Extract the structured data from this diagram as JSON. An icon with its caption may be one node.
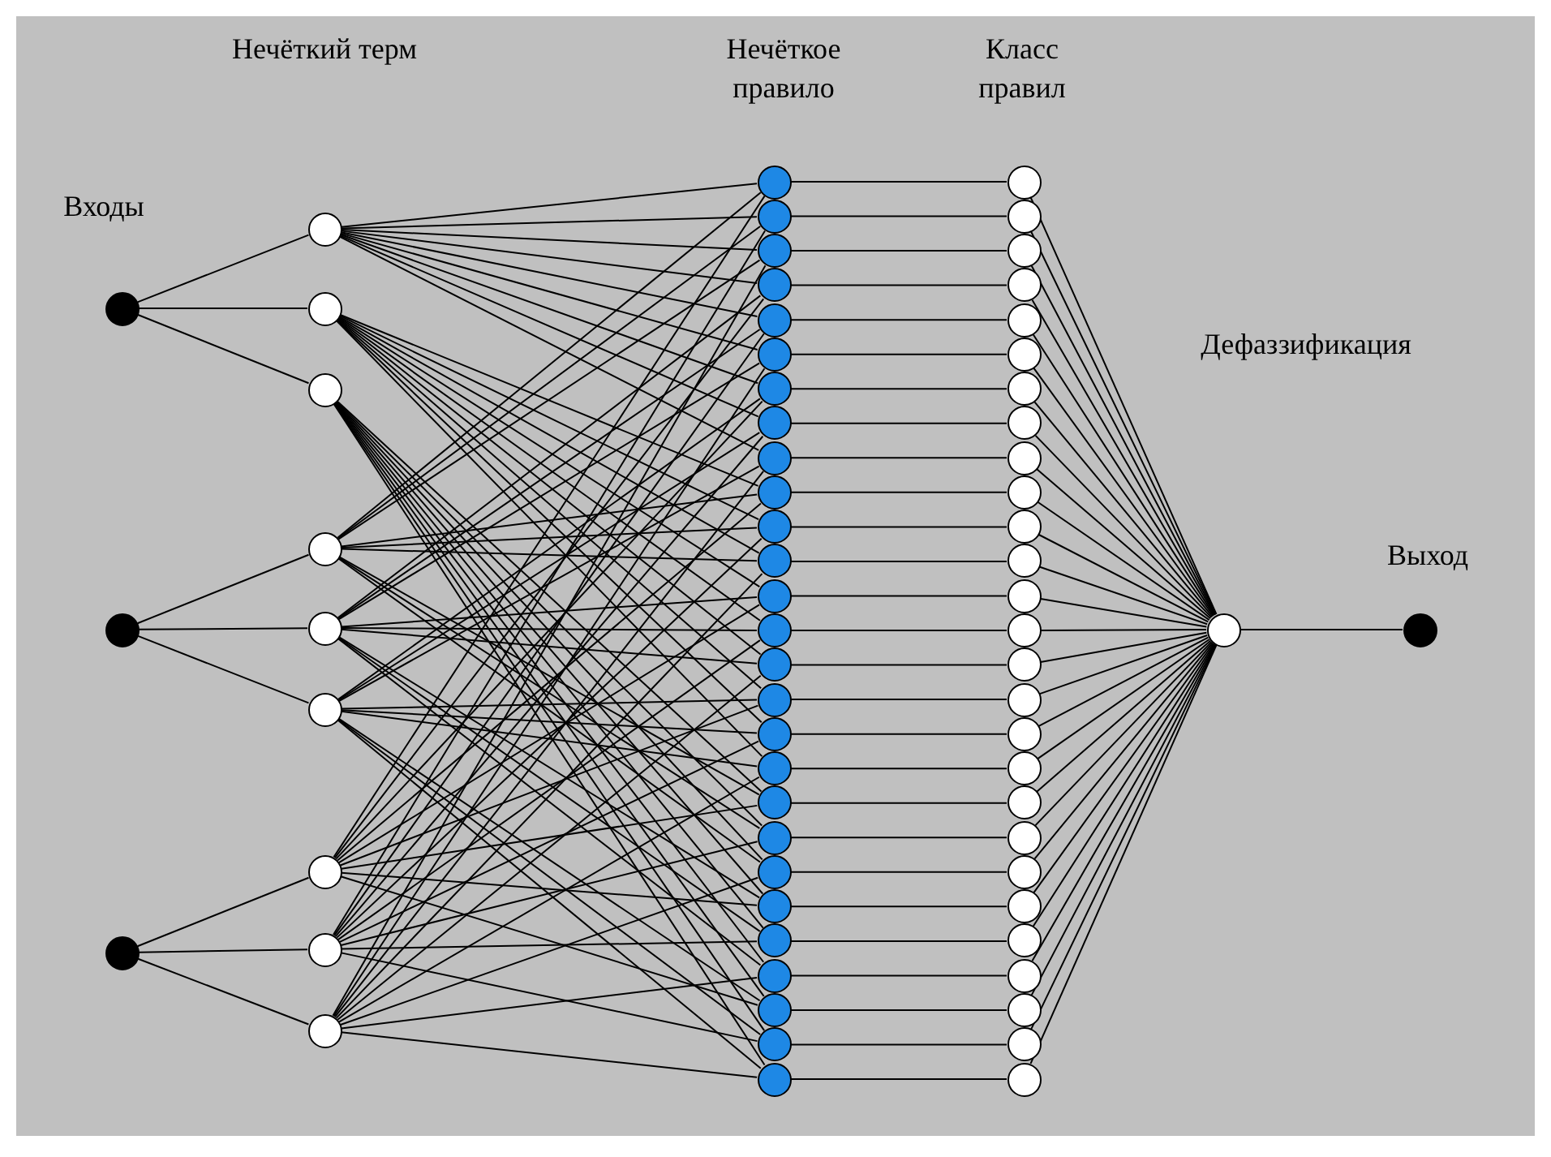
{
  "diagram": {
    "nodes": [
      {
        "text": [],
        "shape": "circle"
      },
      {
        "text": [],
        "shape": "circle"
      },
      {
        "text": [],
        "shape": "circle"
      },
      {
        "text": [],
        "shape": "circle"
      },
      {
        "text": [],
        "shape": "circle"
      },
      {
        "text": [],
        "shape": "circle"
      },
      {
        "text": [],
        "shape": "circle"
      },
      {
        "text": [],
        "shape": "circle"
      },
      {
        "text": [],
        "shape": "circle"
      },
      {
        "text": [],
        "shape": "circle"
      },
      {
        "text": [],
        "shape": "circle"
      },
      {
        "text": [],
        "shape": "circle"
      },
      {
        "text": [],
        "shape": "circle"
      },
      {
        "text": [],
        "shape": "circle"
      },
      {
        "text": [],
        "shape": "circle"
      },
      {
        "text": [],
        "shape": "circle"
      },
      {
        "text": [],
        "shape": "circle"
      },
      {
        "text": [],
        "shape": "circle"
      },
      {
        "text": [],
        "shape": "circle"
      },
      {
        "text": [],
        "shape": "circle"
      },
      {
        "text": [],
        "shape": "circle"
      },
      {
        "text": [],
        "shape": "circle"
      },
      {
        "text": [],
        "shape": "circle"
      },
      {
        "text": [],
        "shape": "circle"
      },
      {
        "text": [],
        "shape": "circle"
      },
      {
        "text": [],
        "shape": "circle"
      },
      {
        "text": [],
        "shape": "circle"
      },
      {
        "text": [],
        "shape": "circle"
      },
      {
        "text": [],
        "shape": "circle"
      },
      {
        "text": [],
        "shape": "circle"
      },
      {
        "text": [],
        "shape": "circle"
      },
      {
        "text": [],
        "shape": "circle"
      },
      {
        "text": [],
        "shape": "circle"
      },
      {
        "text": [],
        "shape": "circle"
      },
      {
        "text": [],
        "shape": "circle"
      },
      {
        "text": [],
        "shape": "circle"
      },
      {
        "text": [],
        "shape": "circle"
      },
      {
        "text": [],
        "shape": "circle"
      },
      {
        "text": [],
        "shape": "circle"
      },
      {
        "text": [],
        "shape": "circle"
      },
      {
        "text": [],
        "shape": "circle"
      },
      {
        "text": [],
        "shape": "circle"
      },
      {
        "text": [],
        "shape": "circle"
      },
      {
        "text": [],
        "shape": "circle"
      },
      {
        "text": [],
        "shape": "circle"
      },
      {
        "text": [],
        "shape": "circle"
      },
      {
        "text": [],
        "shape": "circle"
      },
      {
        "text": [],
        "shape": "circle"
      },
      {
        "text": [],
        "shape": "circle"
      },
      {
        "text": [],
        "shape": "circle"
      },
      {
        "text": [],
        "shape": "circle"
      },
      {
        "text": [],
        "shape": "circle"
      },
      {
        "text": [],
        "shape": "circle"
      },
      {
        "text": [],
        "shape": "circle"
      },
      {
        "text": [],
        "shape": "circle"
      },
      {
        "text": [],
        "shape": "circle"
      },
      {
        "text": [],
        "shape": "circle"
      },
      {
        "text": [],
        "shape": "circle"
      },
      {
        "text": [],
        "shape": "circle"
      },
      {
        "text": [],
        "shape": "circle"
      },
      {
        "text": [],
        "shape": "circle"
      },
      {
        "text": [],
        "shape": "circle"
      },
      {
        "text": [],
        "shape": "circle"
      },
      {
        "text": [],
        "shape": "circle"
      },
      {
        "text": [],
        "shape": "circle"
      },
      {
        "text": [],
        "shape": "circle"
      },
      {
        "text": [],
        "shape": "circle"
      },
      {
        "text": [],
        "shape": "circle"
      }
    ],
    "edges": [
      {
        "from": 0,
        "to": 3,
        "arrow": "none"
      },
      {
        "from": 0,
        "to": 4,
        "arrow": "none"
      },
      {
        "from": 0,
        "to": 5,
        "arrow": "none"
      },
      {
        "from": 1,
        "to": 6,
        "arrow": "none"
      },
      {
        "from": 1,
        "to": 7,
        "arrow": "none"
      },
      {
        "from": 1,
        "to": 8,
        "arrow": "none"
      },
      {
        "from": 2,
        "to": 9,
        "arrow": "none"
      },
      {
        "from": 2,
        "to": 10,
        "arrow": "none"
      },
      {
        "from": 2,
        "to": 11,
        "arrow": "none"
      },
      {
        "from": 3,
        "to": 12,
        "arrow": "none"
      },
      {
        "from": 6,
        "to": 12,
        "arrow": "none"
      },
      {
        "from": 9,
        "to": 12,
        "arrow": "none"
      },
      {
        "from": 3,
        "to": 13,
        "arrow": "none"
      },
      {
        "from": 6,
        "to": 13,
        "arrow": "none"
      },
      {
        "from": 10,
        "to": 13,
        "arrow": "none"
      },
      {
        "from": 3,
        "to": 14,
        "arrow": "none"
      },
      {
        "from": 6,
        "to": 14,
        "arrow": "none"
      },
      {
        "from": 11,
        "to": 14,
        "arrow": "none"
      },
      {
        "from": 3,
        "to": 15,
        "arrow": "none"
      },
      {
        "from": 7,
        "to": 15,
        "arrow": "none"
      },
      {
        "from": 9,
        "to": 15,
        "arrow": "none"
      },
      {
        "from": 3,
        "to": 16,
        "arrow": "none"
      },
      {
        "from": 7,
        "to": 16,
        "arrow": "none"
      },
      {
        "from": 10,
        "to": 16,
        "arrow": "none"
      },
      {
        "from": 3,
        "to": 17,
        "arrow": "none"
      },
      {
        "from": 7,
        "to": 17,
        "arrow": "none"
      },
      {
        "from": 11,
        "to": 17,
        "arrow": "none"
      },
      {
        "from": 3,
        "to": 18,
        "arrow": "none"
      },
      {
        "from": 8,
        "to": 18,
        "arrow": "none"
      },
      {
        "from": 9,
        "to": 18,
        "arrow": "none"
      },
      {
        "from": 3,
        "to": 19,
        "arrow": "none"
      },
      {
        "from": 8,
        "to": 19,
        "arrow": "none"
      },
      {
        "from": 10,
        "to": 19,
        "arrow": "none"
      },
      {
        "from": 3,
        "to": 20,
        "arrow": "none"
      },
      {
        "from": 8,
        "to": 20,
        "arrow": "none"
      },
      {
        "from": 11,
        "to": 20,
        "arrow": "none"
      },
      {
        "from": 4,
        "to": 21,
        "arrow": "none"
      },
      {
        "from": 6,
        "to": 21,
        "arrow": "none"
      },
      {
        "from": 9,
        "to": 21,
        "arrow": "none"
      },
      {
        "from": 4,
        "to": 22,
        "arrow": "none"
      },
      {
        "from": 6,
        "to": 22,
        "arrow": "none"
      },
      {
        "from": 10,
        "to": 22,
        "arrow": "none"
      },
      {
        "from": 4,
        "to": 23,
        "arrow": "none"
      },
      {
        "from": 6,
        "to": 23,
        "arrow": "none"
      },
      {
        "from": 11,
        "to": 23,
        "arrow": "none"
      },
      {
        "from": 4,
        "to": 24,
        "arrow": "none"
      },
      {
        "from": 7,
        "to": 24,
        "arrow": "none"
      },
      {
        "from": 9,
        "to": 24,
        "arrow": "none"
      },
      {
        "from": 4,
        "to": 25,
        "arrow": "none"
      },
      {
        "from": 7,
        "to": 25,
        "arrow": "none"
      },
      {
        "from": 10,
        "to": 25,
        "arrow": "none"
      },
      {
        "from": 4,
        "to": 26,
        "arrow": "none"
      },
      {
        "from": 7,
        "to": 26,
        "arrow": "none"
      },
      {
        "from": 11,
        "to": 26,
        "arrow": "none"
      },
      {
        "from": 4,
        "to": 27,
        "arrow": "none"
      },
      {
        "from": 8,
        "to": 27,
        "arrow": "none"
      },
      {
        "from": 9,
        "to": 27,
        "arrow": "none"
      },
      {
        "from": 4,
        "to": 28,
        "arrow": "none"
      },
      {
        "from": 8,
        "to": 28,
        "arrow": "none"
      },
      {
        "from": 10,
        "to": 28,
        "arrow": "none"
      },
      {
        "from": 4,
        "to": 29,
        "arrow": "none"
      },
      {
        "from": 8,
        "to": 29,
        "arrow": "none"
      },
      {
        "from": 11,
        "to": 29,
        "arrow": "none"
      },
      {
        "from": 5,
        "to": 30,
        "arrow": "none"
      },
      {
        "from": 6,
        "to": 30,
        "arrow": "none"
      },
      {
        "from": 9,
        "to": 30,
        "arrow": "none"
      },
      {
        "from": 5,
        "to": 31,
        "arrow": "none"
      },
      {
        "from": 6,
        "to": 31,
        "arrow": "none"
      },
      {
        "from": 10,
        "to": 31,
        "arrow": "none"
      },
      {
        "from": 5,
        "to": 32,
        "arrow": "none"
      },
      {
        "from": 6,
        "to": 32,
        "arrow": "none"
      },
      {
        "from": 11,
        "to": 32,
        "arrow": "none"
      },
      {
        "from": 5,
        "to": 33,
        "arrow": "none"
      },
      {
        "from": 7,
        "to": 33,
        "arrow": "none"
      },
      {
        "from": 9,
        "to": 33,
        "arrow": "none"
      },
      {
        "from": 5,
        "to": 34,
        "arrow": "none"
      },
      {
        "from": 7,
        "to": 34,
        "arrow": "none"
      },
      {
        "from": 10,
        "to": 34,
        "arrow": "none"
      },
      {
        "from": 5,
        "to": 35,
        "arrow": "none"
      },
      {
        "from": 7,
        "to": 35,
        "arrow": "none"
      },
      {
        "from": 11,
        "to": 35,
        "arrow": "none"
      },
      {
        "from": 5,
        "to": 36,
        "arrow": "none"
      },
      {
        "from": 8,
        "to": 36,
        "arrow": "none"
      },
      {
        "from": 9,
        "to": 36,
        "arrow": "none"
      },
      {
        "from": 5,
        "to": 37,
        "arrow": "none"
      },
      {
        "from": 8,
        "to": 37,
        "arrow": "none"
      },
      {
        "from": 10,
        "to": 37,
        "arrow": "none"
      },
      {
        "from": 5,
        "to": 38,
        "arrow": "none"
      },
      {
        "from": 8,
        "to": 38,
        "arrow": "none"
      },
      {
        "from": 11,
        "to": 38,
        "arrow": "none"
      },
      {
        "from": 12,
        "to": 39,
        "arrow": "none"
      },
      {
        "from": 13,
        "to": 40,
        "arrow": "none"
      },
      {
        "from": 14,
        "to": 41,
        "arrow": "none"
      },
      {
        "from": 15,
        "to": 42,
        "arrow": "none"
      },
      {
        "from": 16,
        "to": 43,
        "arrow": "none"
      },
      {
        "from": 17,
        "to": 44,
        "arrow": "none"
      },
      {
        "from": 18,
        "to": 45,
        "arrow": "none"
      },
      {
        "from": 19,
        "to": 46,
        "arrow": "none"
      },
      {
        "from": 20,
        "to": 47,
        "arrow": "none"
      },
      {
        "from": 21,
        "to": 48,
        "arrow": "none"
      },
      {
        "from": 22,
        "to": 49,
        "arrow": "none"
      },
      {
        "from": 23,
        "to": 50,
        "arrow": "none"
      },
      {
        "from": 24,
        "to": 51,
        "arrow": "none"
      },
      {
        "from": 25,
        "to": 52,
        "arrow": "none"
      },
      {
        "from": 26,
        "to": 53,
        "arrow": "none"
      },
      {
        "from": 27,
        "to": 54,
        "arrow": "none"
      },
      {
        "from": 28,
        "to": 55,
        "arrow": "none"
      },
      {
        "from": 29,
        "to": 56,
        "arrow": "none"
      },
      {
        "from": 30,
        "to": 57,
        "arrow": "none"
      },
      {
        "from": 31,
        "to": 58,
        "arrow": "none"
      },
      {
        "from": 32,
        "to": 59,
        "arrow": "none"
      },
      {
        "from": 33,
        "to": 60,
        "arrow": "none"
      },
      {
        "from": 34,
        "to": 61,
        "arrow": "none"
      },
      {
        "from": 35,
        "to": 62,
        "arrow": "none"
      },
      {
        "from": 36,
        "to": 63,
        "arrow": "none"
      },
      {
        "from": 37,
        "to": 64,
        "arrow": "none"
      },
      {
        "from": 38,
        "to": 65,
        "arrow": "none"
      },
      {
        "from": 39,
        "to": 66,
        "arrow": "none"
      },
      {
        "from": 40,
        "to": 66,
        "arrow": "none"
      },
      {
        "from": 41,
        "to": 66,
        "arrow": "none"
      },
      {
        "from": 42,
        "to": 66,
        "arrow": "none"
      },
      {
        "from": 43,
        "to": 66,
        "arrow": "none"
      },
      {
        "from": 44,
        "to": 66,
        "arrow": "none"
      },
      {
        "from": 45,
        "to": 66,
        "arrow": "none"
      },
      {
        "from": 46,
        "to": 66,
        "arrow": "none"
      },
      {
        "from": 47,
        "to": 66,
        "arrow": "none"
      },
      {
        "from": 48,
        "to": 66,
        "arrow": "none"
      },
      {
        "from": 49,
        "to": 66,
        "arrow": "none"
      },
      {
        "from": 50,
        "to": 66,
        "arrow": "none"
      },
      {
        "from": 51,
        "to": 66,
        "arrow": "none"
      },
      {
        "from": 52,
        "to": 66,
        "arrow": "none"
      },
      {
        "from": 53,
        "to": 66,
        "arrow": "none"
      },
      {
        "from": 54,
        "to": 66,
        "arrow": "none"
      },
      {
        "from": 55,
        "to": 66,
        "arrow": "none"
      },
      {
        "from": 56,
        "to": 66,
        "arrow": "none"
      },
      {
        "from": 57,
        "to": 66,
        "arrow": "none"
      },
      {
        "from": 58,
        "to": 66,
        "arrow": "none"
      },
      {
        "from": 59,
        "to": 66,
        "arrow": "none"
      },
      {
        "from": 60,
        "to": 66,
        "arrow": "none"
      },
      {
        "from": 61,
        "to": 66,
        "arrow": "none"
      },
      {
        "from": 62,
        "to": 66,
        "arrow": "none"
      },
      {
        "from": 63,
        "to": 66,
        "arrow": "none"
      },
      {
        "from": 64,
        "to": 66,
        "arrow": "none"
      },
      {
        "from": 65,
        "to": 66,
        "arrow": "none"
      },
      {
        "from": 66,
        "to": 67,
        "arrow": "none"
      }
    ],
    "labels": [
      "Нечёткий терм",
      "Нечёткое правило",
      "Класс правил",
      "Входы",
      "Дефаззификация",
      "Выход"
    ]
  }
}
